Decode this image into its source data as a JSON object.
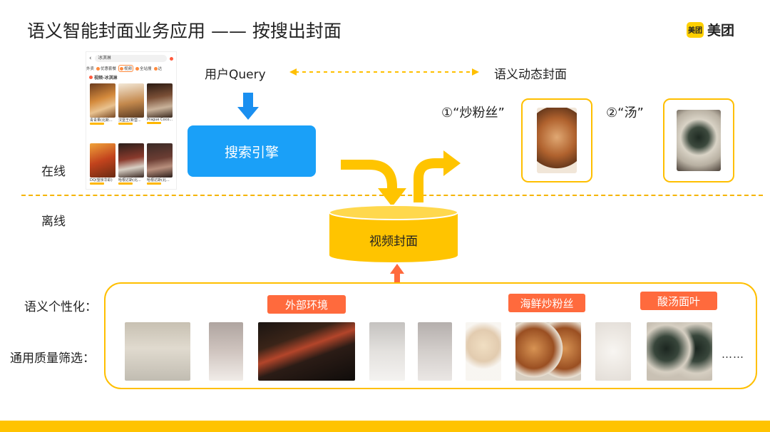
{
  "title": "语义智能封面业务应用 —— 按搜出封面",
  "logo": {
    "badge": "美团",
    "text": "美团"
  },
  "labels": {
    "online": "在线",
    "offline": "离线",
    "semantic_personalization": "语义个性化：",
    "quality_filter": "通用质量筛选："
  },
  "nodes": {
    "user_query": "用户Query",
    "semantic_dynamic_cover": "语义动态封面",
    "search_engine": "搜索引擎",
    "video_cover": "视频封面"
  },
  "examples": [
    {
      "label": "①“炒粉丝”"
    },
    {
      "label": "②“汤”"
    }
  ],
  "tags": [
    "外部环境",
    "海鲜炒粉丝",
    "酸汤面叶"
  ],
  "ellipsis": "……",
  "phone": {
    "search_text": "冰淇淋",
    "tabs": [
      "外卖",
      "优惠套餐",
      "视频",
      "全站搜",
      "达"
    ],
    "section": "视频-冰淇淋",
    "cards": [
      {
        "name": "青青果(北新..."
      },
      {
        "name": "汉堡王(新营..."
      },
      {
        "name": "Prague Coco..."
      },
      {
        "name": "DQ(望京华彩)"
      },
      {
        "name": "哈根达斯(北..."
      },
      {
        "name": "哈根达斯(北..."
      }
    ]
  },
  "colors": {
    "accent_yellow": "#ffbf00",
    "search_blue": "#1aa0f8",
    "tag_orange": "#ff6a3d",
    "arrow_blue": "#1a8ff0",
    "arrow_red": "#ff6a3d"
  }
}
